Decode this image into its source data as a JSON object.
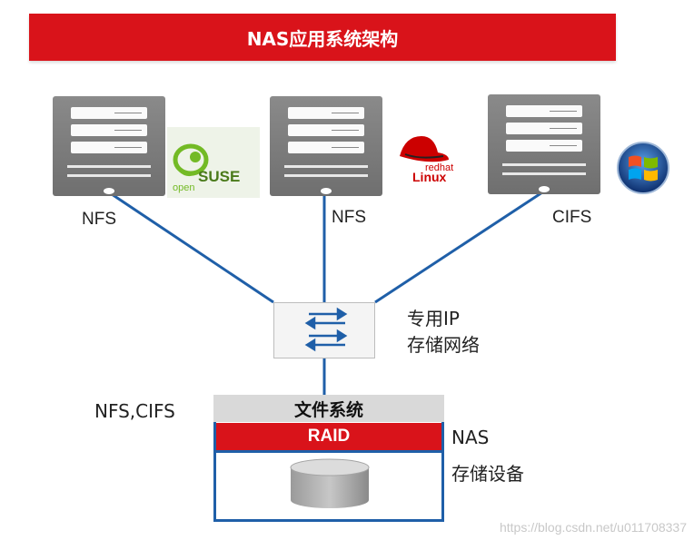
{
  "title": "NAS应用系统架构",
  "servers": [
    {
      "protocol": "NFS",
      "logo_icon": "opensuse-logo-icon",
      "logo_text_1": "open",
      "logo_text_2": "SUSE"
    },
    {
      "protocol": "NFS",
      "logo_icon": "redhat-linux-logo-icon",
      "logo_text_1": "redhat",
      "logo_text_2": "Linux"
    },
    {
      "protocol": "CIFS",
      "logo_icon": "windows-logo-icon"
    }
  ],
  "network": {
    "line1": "专用IP",
    "line2": "存储网络"
  },
  "storage_protocol": "NFS,CIFS",
  "storage": {
    "filesystem": "文件系统",
    "raid": "RAID",
    "nas_label": "NAS",
    "device_label": "存储设备"
  },
  "watermark": "https://blog.csdn.net/u011708337",
  "colors": {
    "title_bar": "#d9131a",
    "link_lines": "#1f5fa8",
    "server": "#7a7a7a"
  }
}
